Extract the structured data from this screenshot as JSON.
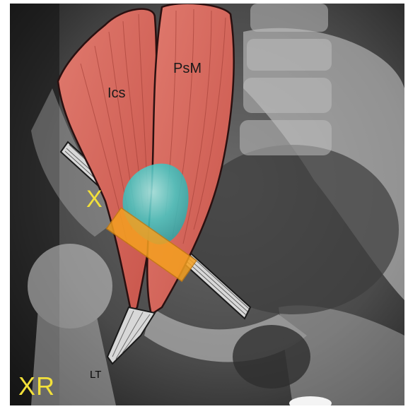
{
  "labels": {
    "iliacus": "Ics",
    "psoas_major": "PsM",
    "marker": "X",
    "lesser_trochanter": "LT",
    "modality": "XR"
  },
  "colors": {
    "muscle": "#d9685c",
    "muscle_outline": "#2a1010",
    "bursa": "#4fd3d0",
    "probe": "#f5a020",
    "label_yellow": "#f2e03a"
  }
}
